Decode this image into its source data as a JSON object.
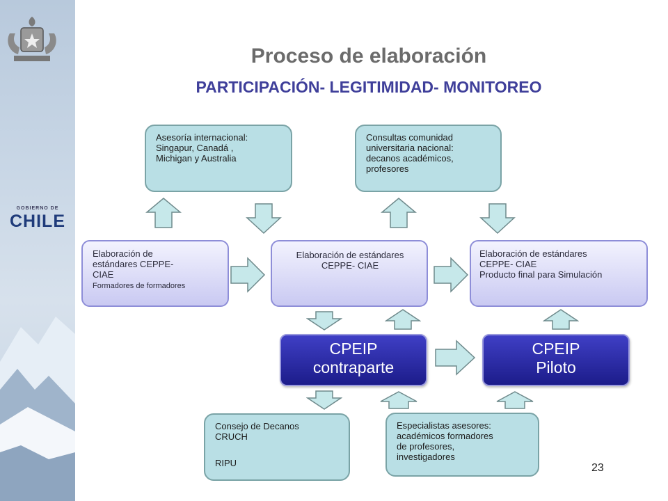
{
  "slide": {
    "title": "Proceso de elaboración",
    "subtitle": "PARTICIPACIÓN- LEGITIMIDAD- MONITOREO",
    "page_number": "23"
  },
  "logo": {
    "line1": "GOBIERNO DE",
    "line2": "CHILE"
  },
  "boxes": {
    "asesoria": {
      "lines": [
        "Asesoría  internacional:",
        "Singapur, Canadá ,",
        "Michigan y Australia"
      ]
    },
    "consultas": {
      "lines": [
        "Consultas comunidad",
        "universitaria nacional:",
        "decanos académicos,",
        "profesores"
      ]
    },
    "elab_left": {
      "lines": [
        "Elaboración de",
        "estándares  CEPPE-",
        "CIAE"
      ],
      "note": "Formadores de formadores"
    },
    "elab_mid": {
      "lines": [
        "Elaboración de estándares",
        "CEPPE- CIAE"
      ]
    },
    "elab_right": {
      "lines": [
        "Elaboración de estándares",
        "CEPPE- CIAE",
        "Producto final  para  Simulación"
      ]
    },
    "cpeip_contraparte": {
      "lines": [
        "CPEIP",
        "contraparte"
      ]
    },
    "cpeip_piloto": {
      "lines": [
        "CPEIP",
        "Piloto"
      ]
    },
    "consejo": {
      "lines": [
        "Consejo de Decanos",
        "CRUCH",
        "",
        "RIPU"
      ]
    },
    "especialistas": {
      "lines": [
        "Especialistas asesores:",
        "académicos  formadores",
        "de profesores,",
        "investigadores"
      ]
    }
  },
  "colors": {
    "teal_box": "#b9dfe5",
    "lavender_box": "#c9c9f2",
    "navy_box": "#1c1c8a",
    "title_gray": "#6b6b6b",
    "subtitle_blue": "#3f3f9a",
    "arrow_fill": "#c6e8ea"
  }
}
